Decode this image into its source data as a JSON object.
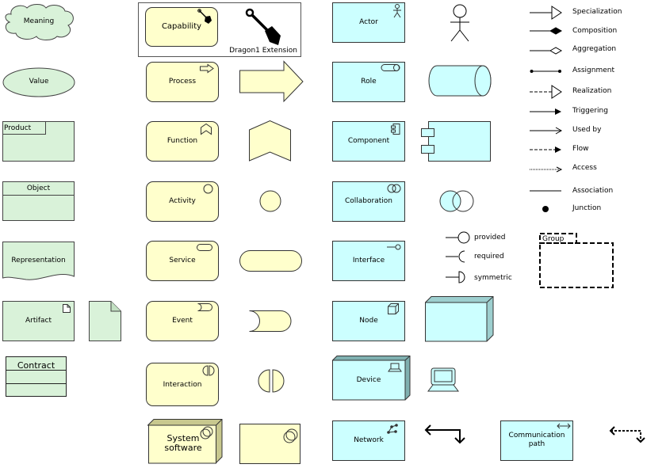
{
  "business_passive": {
    "meaning": "Meaning",
    "value": "Value",
    "product": "Product",
    "object": "Object",
    "representation": "Representation",
    "artifact": "Artifact",
    "contract": "Contract"
  },
  "behavior": {
    "capability": "Capability",
    "extension_caption": "Dragon1 Extension",
    "process": "Process",
    "function": "Function",
    "activity": "Activity",
    "service": "Service",
    "event": "Event",
    "interaction": "Interaction",
    "system_software": "System\nsoftware"
  },
  "active": {
    "actor": "Actor",
    "role": "Role",
    "component": "Component",
    "collaboration": "Collaboration",
    "interface": "Interface",
    "node": "Node",
    "device": "Device",
    "network": "Network",
    "communication_path": "Communication\npath"
  },
  "interfaces": {
    "provided": "provided",
    "required": "required",
    "symmetric": "symmetric",
    "group": "Group"
  },
  "legend": [
    "Specialization",
    "Composition",
    "Aggregation",
    "Assignment",
    "Realization",
    "Triggering",
    "Used by",
    "Flow",
    "Access",
    "Association",
    "Junction"
  ],
  "colors": {
    "business_passive": "#d9f2d9",
    "behavior": "#ffffcc",
    "active": "#ccffff"
  }
}
